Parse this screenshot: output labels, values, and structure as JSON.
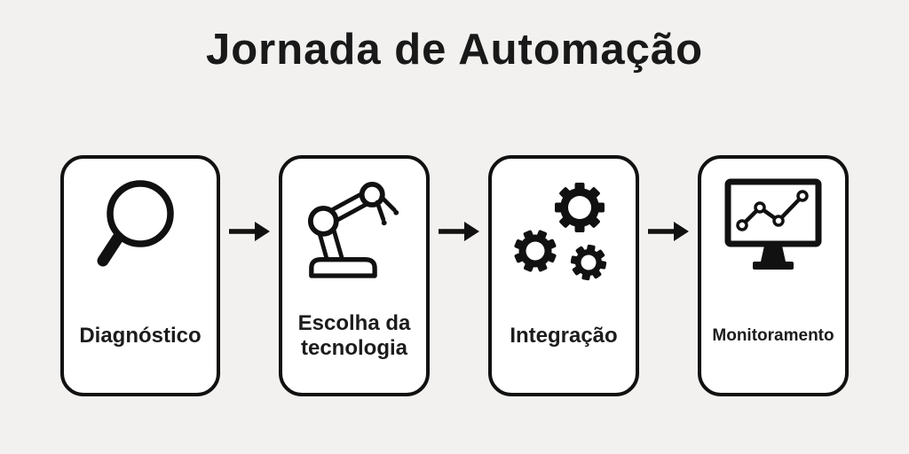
{
  "page": {
    "background_color": "#f2f1ef",
    "ink_color": "#111111",
    "card_fill": "#ffffff"
  },
  "header": {
    "title": "Jornada de Automação"
  },
  "flow": {
    "steps": [
      {
        "label": "Diagnóstico",
        "icon": "magnifier-icon"
      },
      {
        "label": "Escolha da tecnologia",
        "icon": "robot-arm-icon"
      },
      {
        "label": "Integração",
        "icon": "gears-icon"
      },
      {
        "label": "Monitoramento",
        "icon": "monitor-chart-icon"
      }
    ],
    "connector_icon": "arrow-right-icon",
    "connector_glyph": "→"
  }
}
